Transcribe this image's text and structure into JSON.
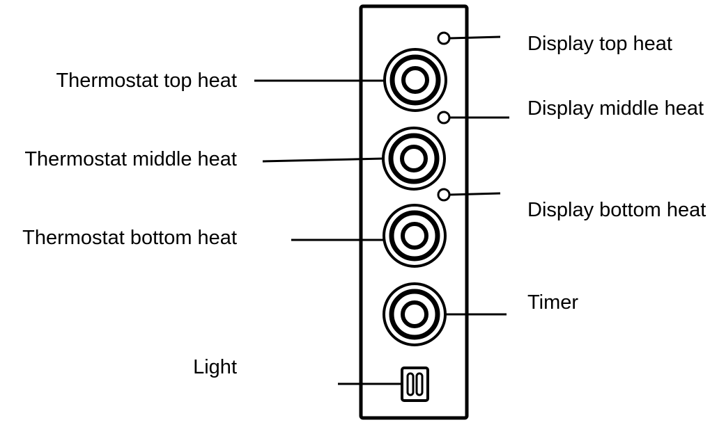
{
  "colors": {
    "line": "#000000",
    "background": "#ffffff"
  },
  "labels": {
    "thermostat_top": "Thermostat top heat",
    "thermostat_middle": "Thermostat middle heat",
    "thermostat_bottom": "Thermostat bottom heat",
    "light": "Light",
    "display_top": "Display top heat",
    "display_middle": "Display middle heat",
    "display_bottom": "Display bottom heat",
    "timer": "Timer"
  },
  "components": {
    "knobs": [
      "thermostat-top-knob",
      "thermostat-middle-knob",
      "thermostat-bottom-knob",
      "timer-knob"
    ],
    "indicators": [
      "display-top-indicator",
      "display-middle-indicator",
      "display-bottom-indicator"
    ],
    "switch": "light-switch"
  }
}
